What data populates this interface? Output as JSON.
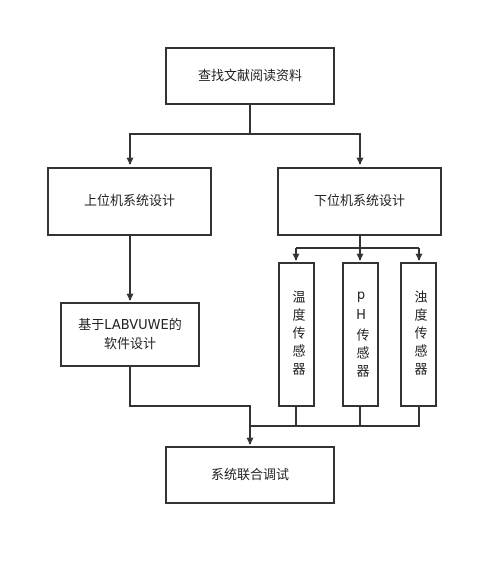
{
  "diagram": {
    "nodes": {
      "literature": "查找文献阅读资料",
      "upper": "上位机系统设计",
      "lower": "下位机系统设计",
      "software": "基于LABVUWE的软件设计",
      "temp_sensor": "温度传感器",
      "ph_sensor": "pH传感器",
      "turbidity_sensor": "浊度传感器",
      "integration": "系统联合调试"
    },
    "edges": [
      {
        "from": "literature",
        "to": "upper"
      },
      {
        "from": "literature",
        "to": "lower"
      },
      {
        "from": "upper",
        "to": "software"
      },
      {
        "from": "lower",
        "to": "temp_sensor"
      },
      {
        "from": "lower",
        "to": "ph_sensor"
      },
      {
        "from": "lower",
        "to": "turbidity_sensor"
      },
      {
        "from": "software",
        "to": "integration"
      },
      {
        "from": "temp_sensor",
        "to": "integration"
      },
      {
        "from": "ph_sensor",
        "to": "integration"
      },
      {
        "from": "turbidity_sensor",
        "to": "integration"
      }
    ],
    "colors": {
      "stroke": "#333333",
      "text": "#222222",
      "background": "#ffffff"
    }
  }
}
